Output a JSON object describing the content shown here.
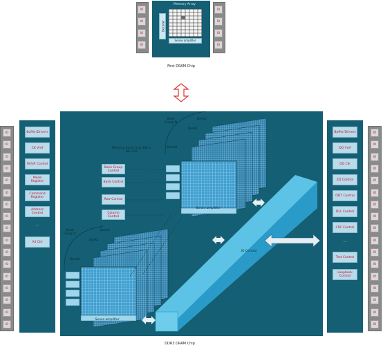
{
  "top_chip": {
    "caption": "First DRAM Chip",
    "memory_array": "Memory Array",
    "decoder": "Decoder",
    "sense_amplifier": "Sense amplifier",
    "io_left": [
      "IO",
      "IO",
      "IO",
      "IO"
    ],
    "io_right": [
      "IO",
      "IO",
      "IO",
      "IO"
    ]
  },
  "ddr3_chip": {
    "caption": "DDR3 DRAM Chip",
    "memory_array": "Memory Array (e.g 32K x 8K x 8)",
    "io_control": "IO Control",
    "sense_amplifier_top": "Sense amplifier",
    "sense_amplifier_bottom": "Sense amplifier",
    "bank_group_top": "Bank Group N",
    "bank_group_bottom": "Bank Group 0",
    "banks_top": [
      "Bank2",
      "Bank1",
      "Bank0"
    ],
    "banks_bottom": [
      "Bank2",
      "Bank1",
      "Bank0"
    ],
    "ctrl_labels": [
      "Bank Group Control",
      "Bank Control",
      "Row Control",
      "Column Control"
    ]
  },
  "left_panel": {
    "items": [
      "Buffer/Drivers",
      "CK Vref",
      "RAS# Control",
      "Mode Register",
      "Command Register",
      "Address Control",
      "...",
      "All Ctrl"
    ]
  },
  "right_panel": {
    "items": [
      "Buffer/Drivers",
      "DQ Vref",
      "DQ Clk",
      "ZQ Control",
      "ODT Control",
      "DLL Control",
      "CRC Control",
      "...",
      "Test Control",
      "Loopback Control"
    ]
  },
  "left_pads": [
    "IO",
    "IO",
    "IO",
    "IO",
    "IO",
    "IO",
    "IO",
    "IO",
    "IO",
    "IO",
    "IO",
    "IO",
    "IO",
    "IO",
    "IO",
    "IO",
    "IO"
  ],
  "right_pads": [
    "IO",
    "IO",
    "IO",
    "IO",
    "IO",
    "IO",
    "IO",
    "IO",
    "IO",
    "IO",
    "IO",
    "IO",
    "IO",
    "IO",
    "IO",
    "IO",
    "IO"
  ],
  "colors": {
    "die": "#145f73",
    "array_blue": "#3f9fd0",
    "light_box": "#b9dbea",
    "io_red": "#c8102e",
    "arrow_red": "#e0312f"
  }
}
